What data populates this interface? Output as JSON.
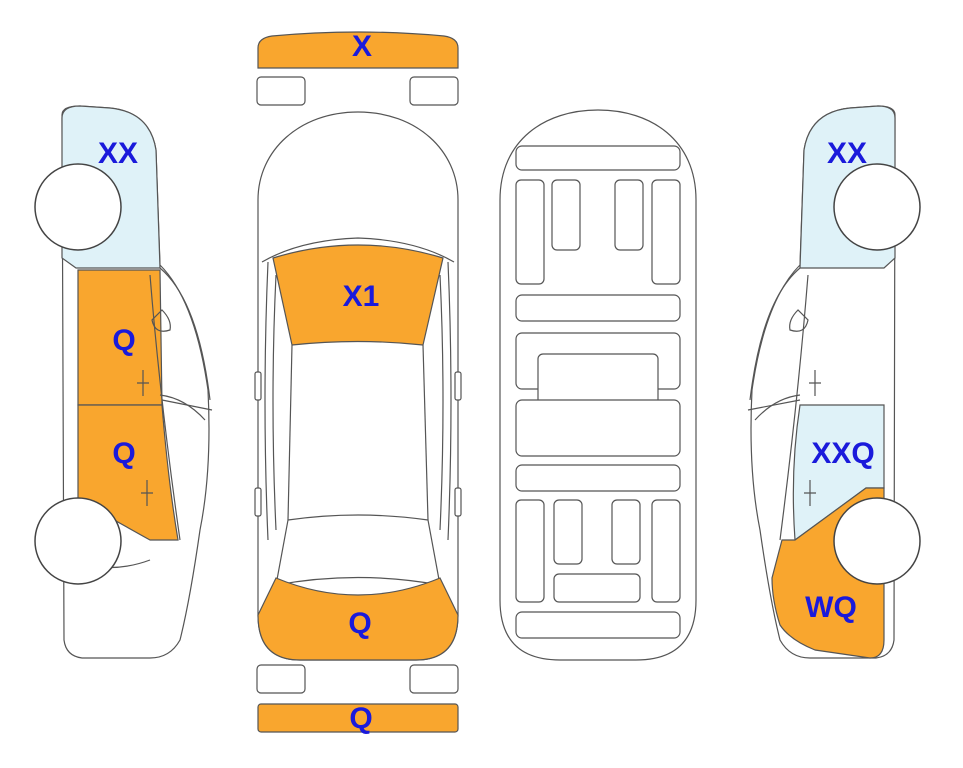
{
  "colors": {
    "damage_orange": "#f9a62e",
    "damage_light_blue": "#dff2f8",
    "label_blue": "#1a1adb",
    "outline": "#555555"
  },
  "labels": {
    "front_bumper": "X",
    "windshield": "X1",
    "trunk": "Q",
    "rear_bumper": "Q",
    "left_side_window": "XX",
    "left_front_door": "Q",
    "left_rear_door": "Q",
    "right_side_window": "XX",
    "right_rear_door": "XXQ",
    "right_rear_quarter": "WQ"
  }
}
